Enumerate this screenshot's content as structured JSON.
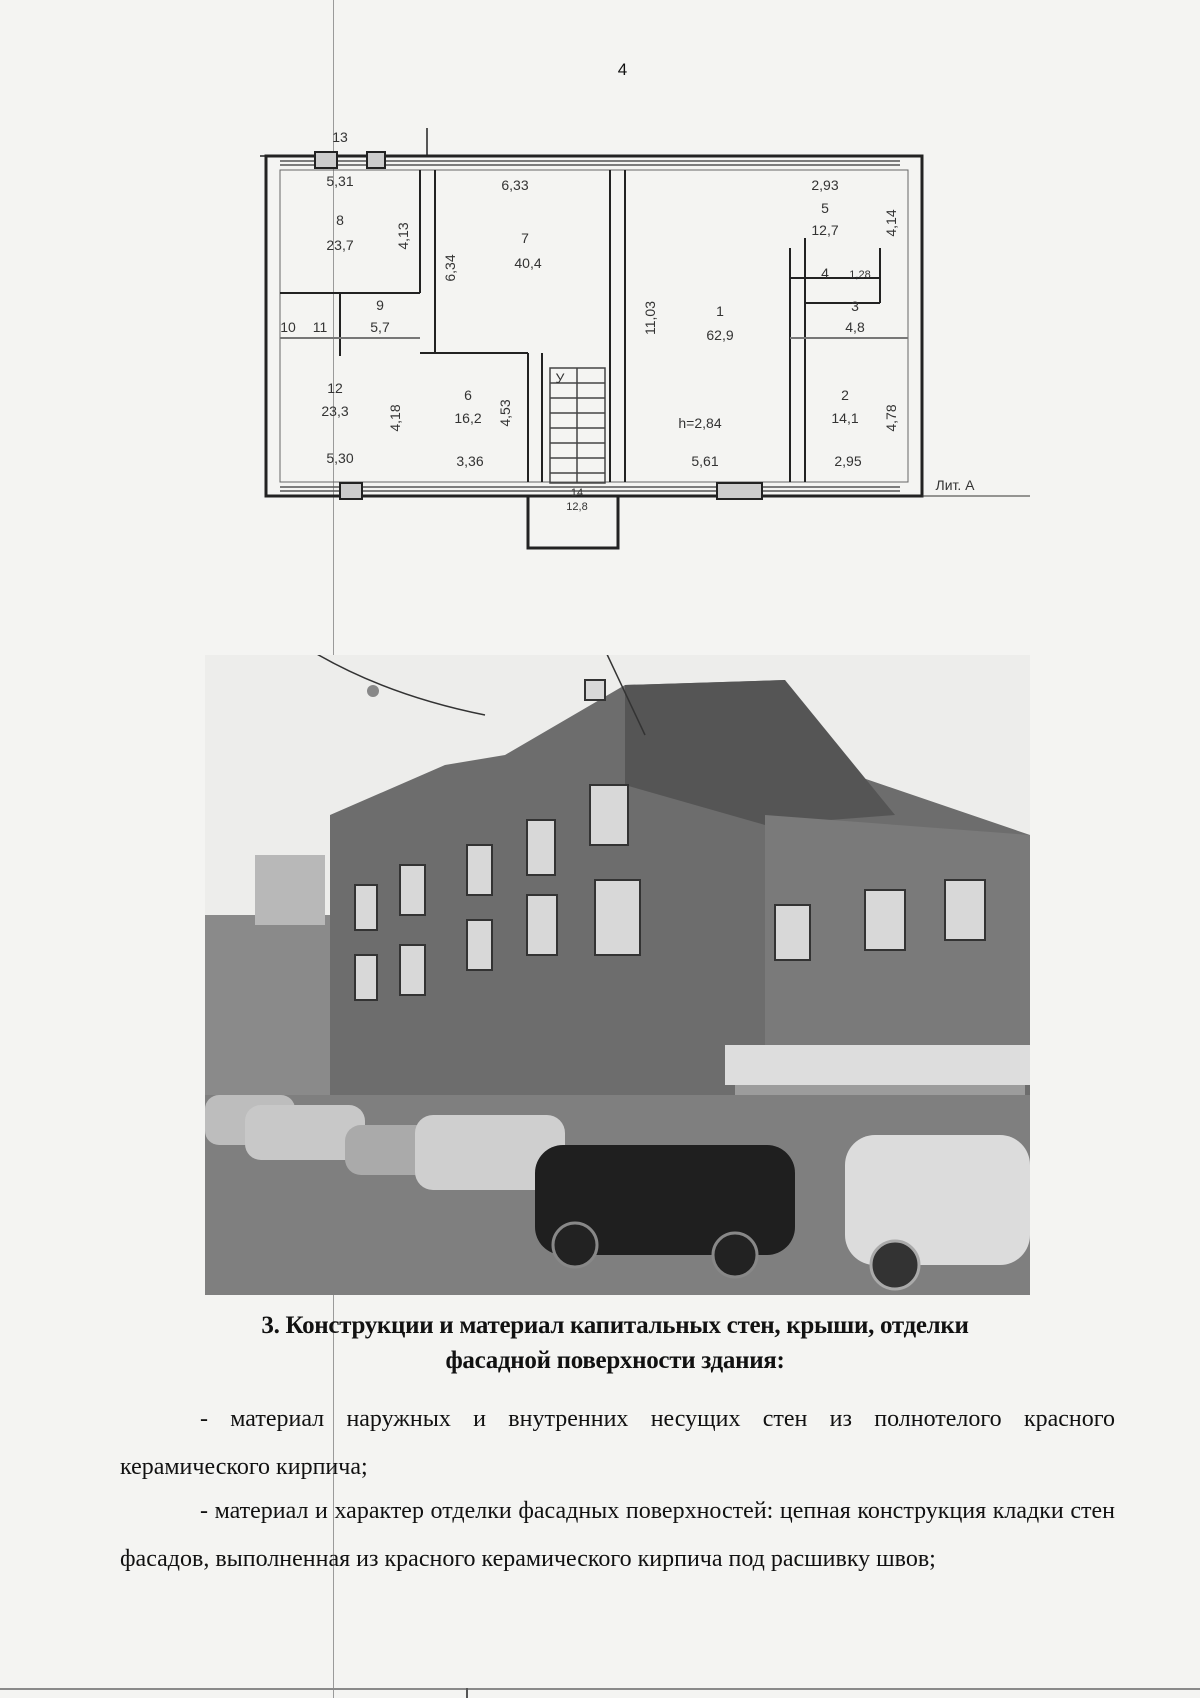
{
  "page": {
    "number": "4"
  },
  "floor_plan": {
    "title": "Лит. А",
    "ceiling_height": "h=2,84",
    "rooms": [
      {
        "id": "1",
        "area": "62,9",
        "dims": [
          "11,03",
          "5,61"
        ]
      },
      {
        "id": "2",
        "area": "14,1",
        "dims": [
          "4,78",
          "2,95"
        ]
      },
      {
        "id": "3",
        "area": "4,8",
        "dims": []
      },
      {
        "id": "4",
        "area": "",
        "dims": [
          "1,28"
        ]
      },
      {
        "id": "5",
        "area": "12,7",
        "dims": [
          "2,93",
          "4,14"
        ]
      },
      {
        "id": "6",
        "area": "16,2",
        "dims": [
          "4,53",
          "3,36"
        ]
      },
      {
        "id": "7",
        "area": "40,4",
        "dims": [
          "6,33",
          "6,34"
        ]
      },
      {
        "id": "8",
        "area": "23,7",
        "dims": [
          "5,31",
          "4,13"
        ]
      },
      {
        "id": "9",
        "area": "5,7",
        "dims": []
      },
      {
        "id": "10",
        "area": "",
        "dims": []
      },
      {
        "id": "11",
        "area": "",
        "dims": []
      },
      {
        "id": "12",
        "area": "23,3",
        "dims": [
          "4,18",
          "5,30"
        ]
      },
      {
        "id": "13",
        "area": "",
        "dims": []
      },
      {
        "id": "14",
        "area": "12,8",
        "dims": []
      }
    ],
    "stair_label": "У"
  },
  "photo": {
    "description": "Фото фасада кирпичного здания с припаркованными автомобилями"
  },
  "section": {
    "heading_line1": "3. Конструкции и материал капитальных стен, крыши, отделки",
    "heading_line2": "фасадной поверхности здания:",
    "paragraphs": [
      "- материал наружных и внутренних несущих стен из полнотелого красного керамического кирпича;",
      "- материал и характер отделки фасадных поверхностей: цепная конструкция кладки стен фасадов, выполненная из красного керамического кирпича под расшивку швов;"
    ]
  }
}
